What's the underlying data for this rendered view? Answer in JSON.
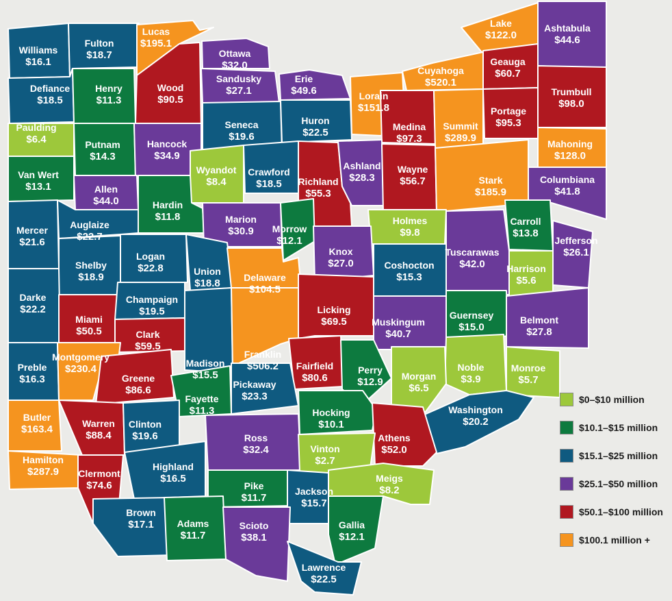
{
  "colors": {
    "c1": "#9dc83b",
    "c2": "#0d7a3f",
    "c3": "#0f5a80",
    "c4": "#6a3a99",
    "c5": "#b01820",
    "c6": "#f5941f"
  },
  "legend": [
    {
      "label": "$0–$10 million",
      "color_key": "c1"
    },
    {
      "label": "$10.1–$15 million",
      "color_key": "c2"
    },
    {
      "label": "$15.1–$25 million",
      "color_key": "c3"
    },
    {
      "label": "$25.1–$50 million",
      "color_key": "c4"
    },
    {
      "label": "$50.1–$100 million",
      "color_key": "c5"
    },
    {
      "label": "$100.1 million +",
      "color_key": "c6"
    }
  ],
  "counties": [
    {
      "name": "Williams",
      "value": "$16.1",
      "cat": "c3"
    },
    {
      "name": "Fulton",
      "value": "$18.7",
      "cat": "c3"
    },
    {
      "name": "Lucas",
      "value": "$195.1",
      "cat": "c6"
    },
    {
      "name": "Ottawa",
      "value": "$32.0",
      "cat": "c4"
    },
    {
      "name": "Defiance",
      "value": "$18.5",
      "cat": "c3"
    },
    {
      "name": "Henry",
      "value": "$11.3",
      "cat": "c2"
    },
    {
      "name": "Wood",
      "value": "$90.5",
      "cat": "c5"
    },
    {
      "name": "Sandusky",
      "value": "$27.1",
      "cat": "c4"
    },
    {
      "name": "Erie",
      "value": "$49.6",
      "cat": "c4"
    },
    {
      "name": "Lorain",
      "value": "$151.8",
      "cat": "c6"
    },
    {
      "name": "Cuyahoga",
      "value": "$520.1",
      "cat": "c6"
    },
    {
      "name": "Lake",
      "value": "$122.0",
      "cat": "c6"
    },
    {
      "name": "Geauga",
      "value": "$60.7",
      "cat": "c5"
    },
    {
      "name": "Ashtabula",
      "value": "$44.6",
      "cat": "c4"
    },
    {
      "name": "Trumbull",
      "value": "$98.0",
      "cat": "c5"
    },
    {
      "name": "Paulding",
      "value": "$6.4",
      "cat": "c1"
    },
    {
      "name": "Putnam",
      "value": "$14.3",
      "cat": "c2"
    },
    {
      "name": "Hancock",
      "value": "$34.9",
      "cat": "c4"
    },
    {
      "name": "Seneca",
      "value": "$19.6",
      "cat": "c3"
    },
    {
      "name": "Huron",
      "value": "$22.5",
      "cat": "c3"
    },
    {
      "name": "Medina",
      "value": "$97.3",
      "cat": "c5"
    },
    {
      "name": "Summit",
      "value": "$289.9",
      "cat": "c6"
    },
    {
      "name": "Portage",
      "value": "$95.3",
      "cat": "c5"
    },
    {
      "name": "Mahoning",
      "value": "$128.0",
      "cat": "c6"
    },
    {
      "name": "Van Wert",
      "value": "$13.1",
      "cat": "c2"
    },
    {
      "name": "Allen",
      "value": "$44.0",
      "cat": "c4"
    },
    {
      "name": "Wyandot",
      "value": "$8.4",
      "cat": "c1"
    },
    {
      "name": "Crawford",
      "value": "$18.5",
      "cat": "c3"
    },
    {
      "name": "Richland",
      "value": "$55.3",
      "cat": "c5"
    },
    {
      "name": "Ashland",
      "value": "$28.3",
      "cat": "c4"
    },
    {
      "name": "Wayne",
      "value": "$56.7",
      "cat": "c5"
    },
    {
      "name": "Stark",
      "value": "$185.9",
      "cat": "c6"
    },
    {
      "name": "Columbiana",
      "value": "$41.8",
      "cat": "c4"
    },
    {
      "name": "Mercer",
      "value": "$21.6",
      "cat": "c3"
    },
    {
      "name": "Auglaize",
      "value": "$22.7",
      "cat": "c3"
    },
    {
      "name": "Hardin",
      "value": "$11.8",
      "cat": "c2"
    },
    {
      "name": "Marion",
      "value": "$30.9",
      "cat": "c4"
    },
    {
      "name": "Morrow",
      "value": "$12.1",
      "cat": "c2"
    },
    {
      "name": "Holmes",
      "value": "$9.8",
      "cat": "c1"
    },
    {
      "name": "Carroll",
      "value": "$13.8",
      "cat": "c2"
    },
    {
      "name": "Jefferson",
      "value": "$26.1",
      "cat": "c4"
    },
    {
      "name": "Logan",
      "value": "$22.8",
      "cat": "c3"
    },
    {
      "name": "Shelby",
      "value": "$18.9",
      "cat": "c3"
    },
    {
      "name": "Union",
      "value": "$18.8",
      "cat": "c3"
    },
    {
      "name": "Knox",
      "value": "$27.0",
      "cat": "c4"
    },
    {
      "name": "Coshocton",
      "value": "$15.3",
      "cat": "c3"
    },
    {
      "name": "Tuscarawas",
      "value": "$42.0",
      "cat": "c4"
    },
    {
      "name": "Harrison",
      "value": "$5.6",
      "cat": "c1"
    },
    {
      "name": "Delaware",
      "value": "$104.5",
      "cat": "c6"
    },
    {
      "name": "Darke",
      "value": "$22.2",
      "cat": "c3"
    },
    {
      "name": "Miami",
      "value": "$50.5",
      "cat": "c5"
    },
    {
      "name": "Champaign",
      "value": "$19.5",
      "cat": "c3"
    },
    {
      "name": "Licking",
      "value": "$69.5",
      "cat": "c5"
    },
    {
      "name": "Muskingum",
      "value": "$40.7",
      "cat": "c4"
    },
    {
      "name": "Guernsey",
      "value": "$15.0",
      "cat": "c2"
    },
    {
      "name": "Belmont",
      "value": "$27.8",
      "cat": "c4"
    },
    {
      "name": "Clark",
      "value": "$59.5",
      "cat": "c5"
    },
    {
      "name": "Madison",
      "value": "$15.5",
      "cat": "c3"
    },
    {
      "name": "Franklin",
      "value": "$506.2",
      "cat": "c6"
    },
    {
      "name": "Preble",
      "value": "$16.3",
      "cat": "c3"
    },
    {
      "name": "Montgomery",
      "value": "$230.4",
      "cat": "c6"
    },
    {
      "name": "Greene",
      "value": "$86.6",
      "cat": "c5"
    },
    {
      "name": "Fairfield",
      "value": "$80.6",
      "cat": "c5"
    },
    {
      "name": "Perry",
      "value": "$12.9",
      "cat": "c2"
    },
    {
      "name": "Noble",
      "value": "$3.9",
      "cat": "c1"
    },
    {
      "name": "Monroe",
      "value": "$5.7",
      "cat": "c1"
    },
    {
      "name": "Fayette",
      "value": "$11.3",
      "cat": "c2"
    },
    {
      "name": "Pickaway",
      "value": "$23.3",
      "cat": "c3"
    },
    {
      "name": "Morgan",
      "value": "$6.5",
      "cat": "c1"
    },
    {
      "name": "Butler",
      "value": "$163.4",
      "cat": "c6"
    },
    {
      "name": "Warren",
      "value": "$88.4",
      "cat": "c5"
    },
    {
      "name": "Clinton",
      "value": "$19.6",
      "cat": "c3"
    },
    {
      "name": "Hocking",
      "value": "$10.1",
      "cat": "c2"
    },
    {
      "name": "Washington",
      "value": "$20.2",
      "cat": "c3"
    },
    {
      "name": "Athens",
      "value": "$52.0",
      "cat": "c5"
    },
    {
      "name": "Ross",
      "value": "$32.4",
      "cat": "c4"
    },
    {
      "name": "Hamilton",
      "value": "$287.9",
      "cat": "c6"
    },
    {
      "name": "Clermont",
      "value": "$74.6",
      "cat": "c5"
    },
    {
      "name": "Highland",
      "value": "$16.5",
      "cat": "c3"
    },
    {
      "name": "Vinton",
      "value": "$2.7",
      "cat": "c1"
    },
    {
      "name": "Pike",
      "value": "$11.7",
      "cat": "c2"
    },
    {
      "name": "Jackson",
      "value": "$15.7",
      "cat": "c3"
    },
    {
      "name": "Meigs",
      "value": "$8.2",
      "cat": "c1"
    },
    {
      "name": "Brown",
      "value": "$17.1",
      "cat": "c3"
    },
    {
      "name": "Adams",
      "value": "$11.7",
      "cat": "c2"
    },
    {
      "name": "Scioto",
      "value": "$38.1",
      "cat": "c4"
    },
    {
      "name": "Gallia",
      "value": "$12.1",
      "cat": "c2"
    },
    {
      "name": "Lawrence",
      "value": "$22.5",
      "cat": "c3"
    }
  ]
}
